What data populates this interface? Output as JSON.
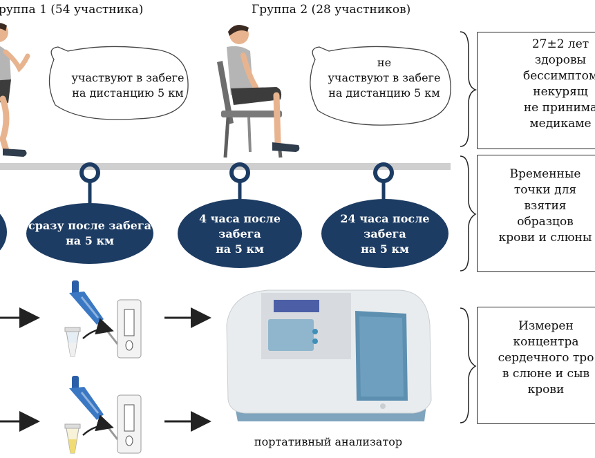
{
  "groups": [
    {
      "title": "руппа 1 (54 участника)",
      "bubble": [
        "участвуют в забеге",
        "на дистанцию 5 км"
      ]
    },
    {
      "title": "Группа 2 (28 участников)",
      "bubble": [
        "не",
        "участвуют в забеге",
        "на дистанцию 5 км"
      ]
    }
  ],
  "timepoints": [
    {
      "lines": [
        "сразу после забега",
        "на 5 км"
      ]
    },
    {
      "lines": [
        "4 часа после",
        "забега",
        "на 5 км"
      ]
    },
    {
      "lines": [
        "24 часа после",
        "забега",
        "на 5 км"
      ]
    }
  ],
  "notes": {
    "participants": [
      "27±2 лет",
      "здоровы",
      "бессимптом",
      "некурящ",
      "не принима",
      "медикаме"
    ],
    "timepoints": [
      "Временные",
      "точки для",
      "взятия",
      "образцов",
      "крови и слюны"
    ],
    "measurement": [
      "Измерен",
      "концентра",
      "сердечного тро",
      "в слюне и сыв",
      "крови"
    ]
  },
  "analyzer_label": "портативный анализатор",
  "colors": {
    "timepoint": "#1d3c63",
    "timeline": "#cfcfcf",
    "analyzer_screen": "#4a7fa6"
  }
}
